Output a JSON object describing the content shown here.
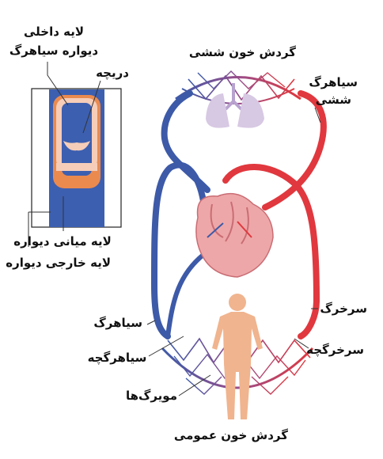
{
  "labels": {
    "inner_wall_line1": "لایه داخلی",
    "inner_wall_line2": "دیواره سیاهرگ",
    "valve": "دریچه",
    "middle_wall": "لایه میانی دیواره",
    "outer_wall": "لایه خارجی دیواره",
    "pulmonary_circulation": "گردش خون ششی",
    "pulmonary_vein_line1": "سیاهرگ",
    "pulmonary_vein_line2": "ششی",
    "artery": "سرخرگ",
    "arteriole": "سرخرگچه",
    "vein": "سیاهرگ",
    "venule": "سیاهرگچه",
    "capillaries": "مویرگ‌ها",
    "systemic_circulation": "گردش خون عمومی"
  },
  "colors": {
    "blue_vessel": "#3d5aa8",
    "red_vessel": "#e0383e",
    "vein_inner": "#3c5fb0",
    "vein_orange": "#ea8a4f",
    "vein_pink": "#f6cdb8",
    "lung": "#d7c8e3",
    "heart": "#eea7a8",
    "body": "#f0b48e"
  }
}
